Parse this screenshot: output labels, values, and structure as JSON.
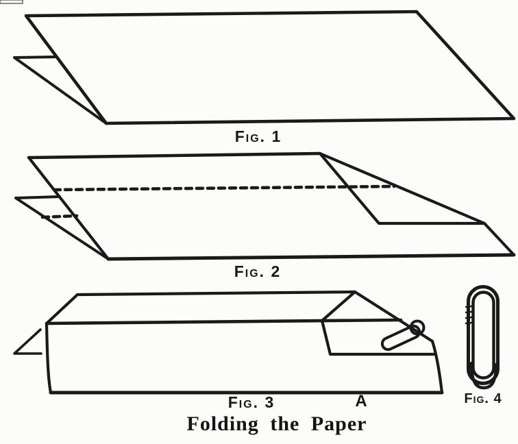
{
  "caption": "Folding the Paper",
  "labels": {
    "fig1": "Fig. 1",
    "fig2": "Fig. 2",
    "fig3": "Fig. 3",
    "fig3_point": "A",
    "fig4": "Fig. 4"
  },
  "colors": {
    "ink": "#1a1a1a",
    "paper": "#fcfcfa"
  },
  "icons": {
    "fig3_clip": "paperclip",
    "fig4_clip": "paperclip"
  }
}
